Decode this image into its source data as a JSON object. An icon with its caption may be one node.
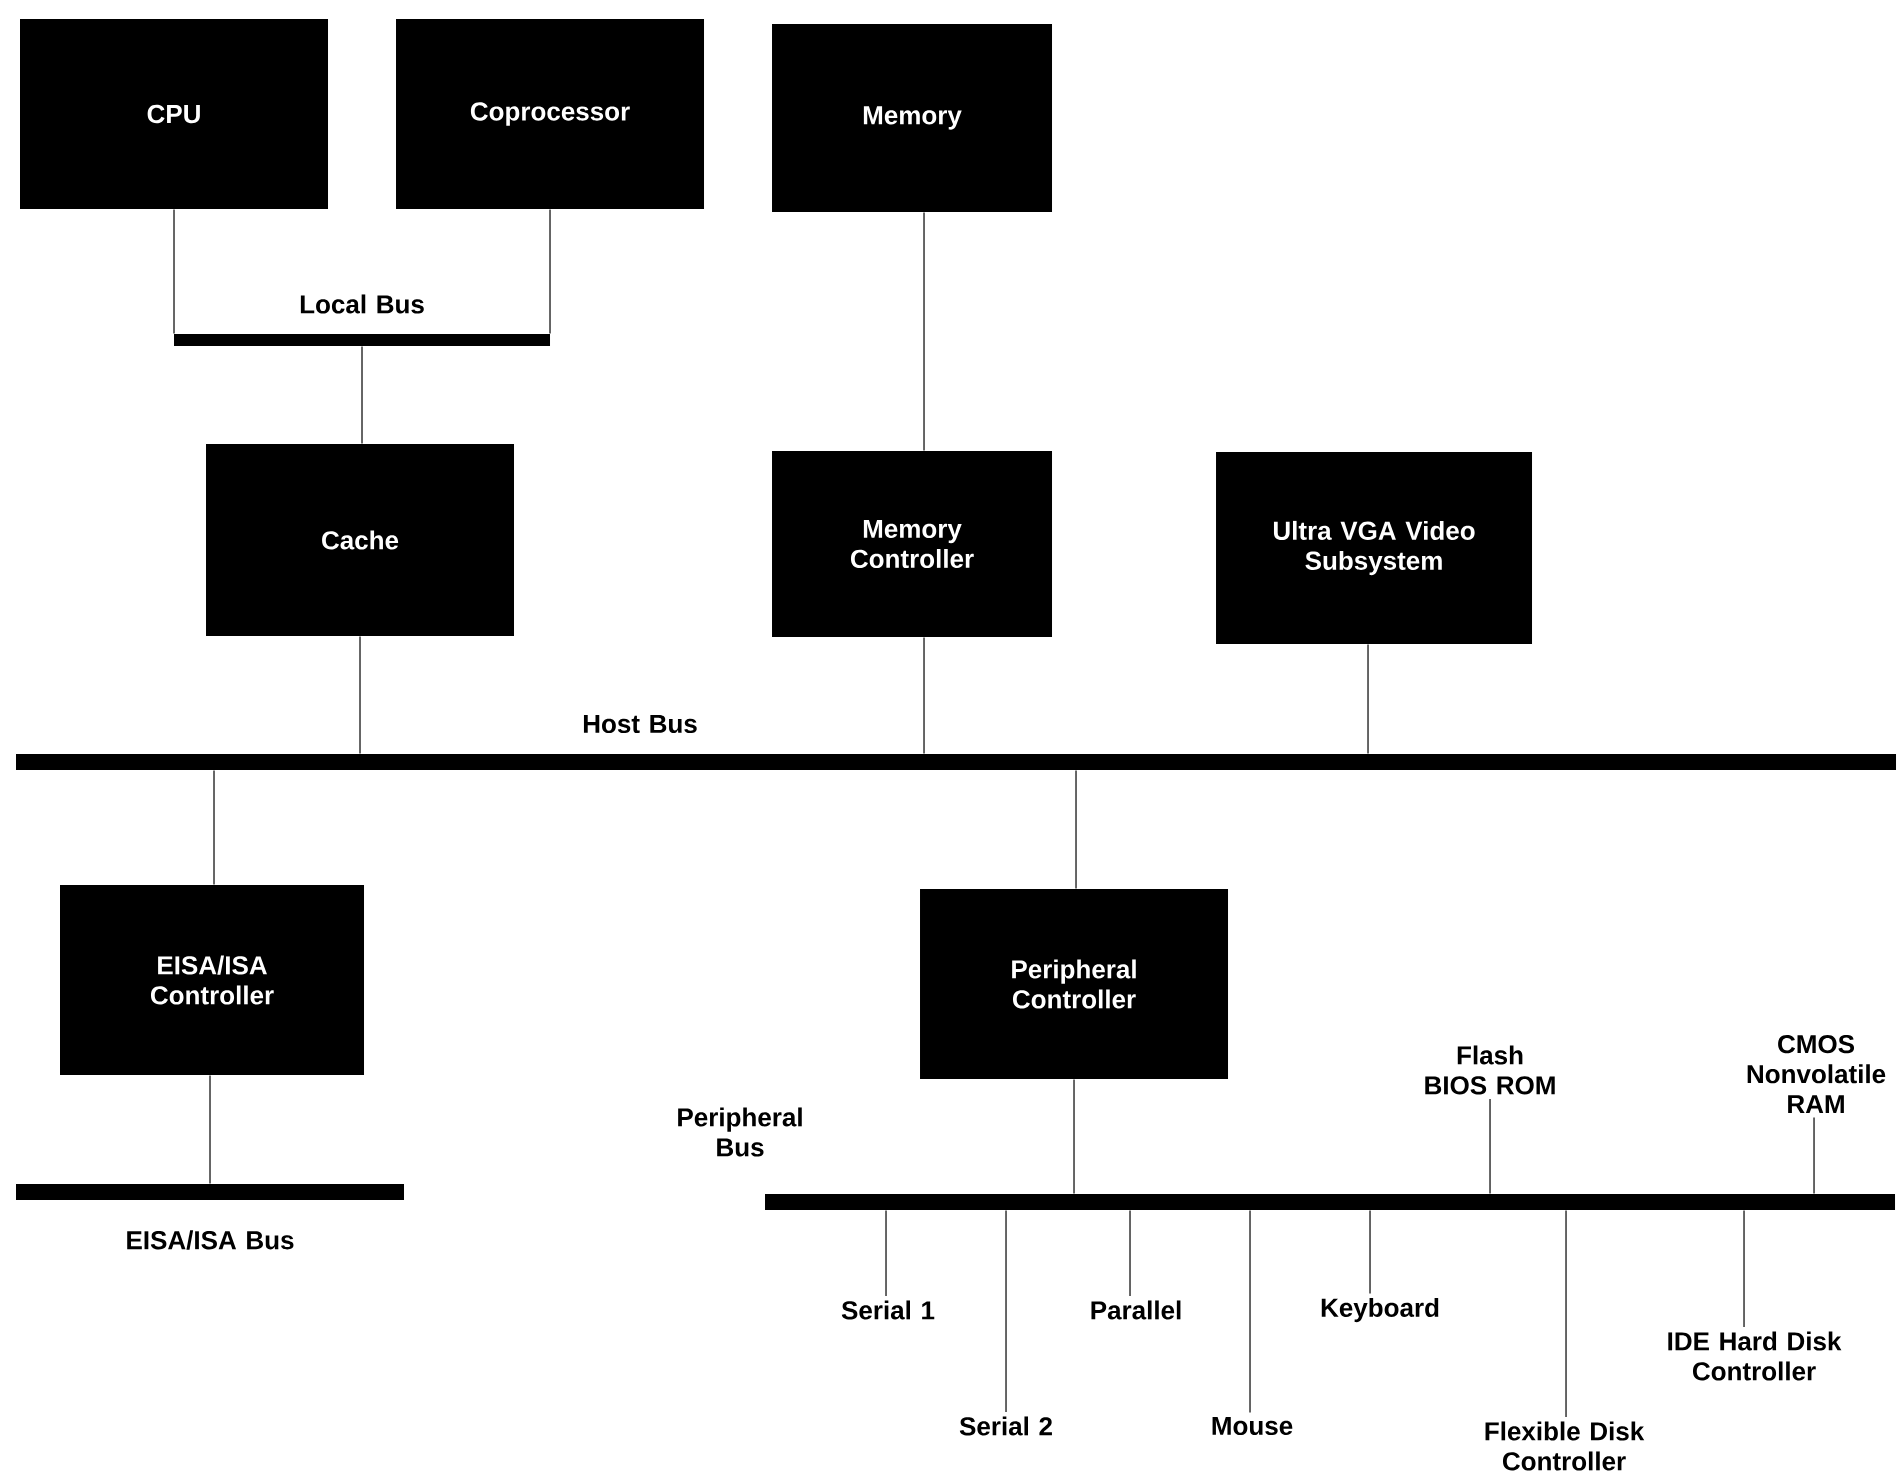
{
  "diagram": {
    "nodes": [
      {
        "text": [
          "CPU"
        ]
      },
      {
        "text": [
          "Coprocessor"
        ]
      },
      {
        "text": [
          "Memory"
        ]
      },
      {
        "text": [
          "Local Bus"
        ]
      },
      {
        "text": [
          "Cache"
        ]
      },
      {
        "text": [
          "Memory Controller"
        ]
      },
      {
        "text": [
          "Ultra VGA Video Subsystem"
        ]
      },
      {
        "text": [
          "Host Bus"
        ]
      },
      {
        "text": [
          "EISA/ISA Controller"
        ]
      },
      {
        "text": [
          "Peripheral Controller"
        ]
      },
      {
        "text": [
          "EISA/ISA Bus"
        ]
      },
      {
        "text": [
          "Peripheral Bus"
        ]
      },
      {
        "text": [
          "Flash BIOS ROM"
        ]
      },
      {
        "text": [
          "CMOS Nonvolatile RAM"
        ]
      },
      {
        "text": [
          "Serial 1"
        ]
      },
      {
        "text": [
          "Serial 2"
        ]
      },
      {
        "text": [
          "Parallel"
        ]
      },
      {
        "text": [
          "Mouse"
        ]
      },
      {
        "text": [
          "Keyboard"
        ]
      },
      {
        "text": [
          "Flexible Disk Controller"
        ]
      },
      {
        "text": [
          "IDE Hard Disk Controller"
        ]
      }
    ],
    "edges": [
      {
        "from": 0,
        "to": 3,
        "arrow": "none"
      },
      {
        "from": 1,
        "to": 3,
        "arrow": "none"
      },
      {
        "from": 3,
        "to": 4,
        "arrow": "none"
      },
      {
        "from": 2,
        "to": 5,
        "arrow": "none"
      },
      {
        "from": 4,
        "to": 7,
        "arrow": "none"
      },
      {
        "from": 5,
        "to": 7,
        "arrow": "none"
      },
      {
        "from": 6,
        "to": 7,
        "arrow": "none"
      },
      {
        "from": 7,
        "to": 8,
        "arrow": "none"
      },
      {
        "from": 7,
        "to": 9,
        "arrow": "none"
      },
      {
        "from": 8,
        "to": 10,
        "arrow": "none"
      },
      {
        "from": 9,
        "to": 11,
        "arrow": "none"
      },
      {
        "from": 11,
        "to": 12,
        "arrow": "none"
      },
      {
        "from": 11,
        "to": 13,
        "arrow": "none"
      },
      {
        "from": 11,
        "to": 14,
        "arrow": "none"
      },
      {
        "from": 11,
        "to": 15,
        "arrow": "none"
      },
      {
        "from": 11,
        "to": 16,
        "arrow": "none"
      },
      {
        "from": 11,
        "to": 17,
        "arrow": "none"
      },
      {
        "from": 11,
        "to": 18,
        "arrow": "none"
      },
      {
        "from": 11,
        "to": 19,
        "arrow": "none"
      },
      {
        "from": 11,
        "to": 20,
        "arrow": "none"
      }
    ]
  }
}
